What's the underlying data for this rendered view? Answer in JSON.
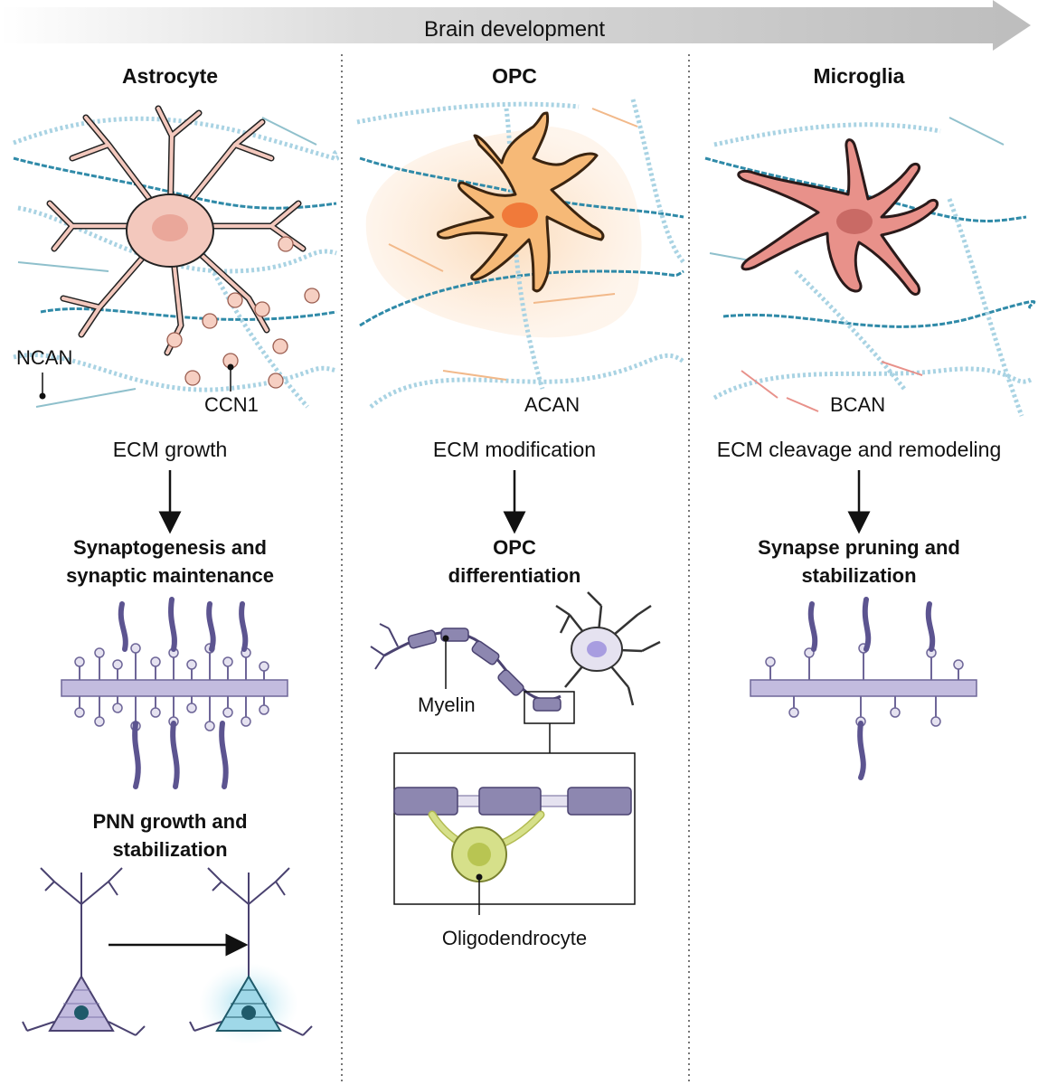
{
  "banner": {
    "label": "Brain development"
  },
  "columns": [
    {
      "id": "astrocyte",
      "title": "Astrocyte",
      "ecm_labels": [
        "NCAN",
        "CCN1"
      ],
      "step": "ECM growth",
      "outcome_line1": "Synaptogenesis and",
      "outcome_line2": "synaptic maintenance",
      "sub_outcome_line1": "PNN growth and",
      "sub_outcome_line2": "stabilization"
    },
    {
      "id": "opc",
      "title": "OPC",
      "ecm_labels": [
        "ACAN"
      ],
      "step": "ECM modification",
      "outcome_line1": "OPC",
      "outcome_line2": "differentiation",
      "myelin_label": "Myelin",
      "oligo_label": "Oligodendrocyte"
    },
    {
      "id": "microglia",
      "title": "Microglia",
      "ecm_labels": [
        "BCAN"
      ],
      "step": "ECM cleavage and remodeling",
      "outcome_line1": "Synapse pruning and",
      "outcome_line2": "stabilization"
    }
  ],
  "colors": {
    "ecm_chain": "#a9d3e3",
    "ecm_helix": "#2f8aa8",
    "astrocyte": "#f3c8bd",
    "opc": "#f6b977",
    "microglia": "#e8918a",
    "neuron": "#c3bcdf",
    "oligodendrocyte": "#d6e08a",
    "ccn1": "#f6cfc2"
  }
}
